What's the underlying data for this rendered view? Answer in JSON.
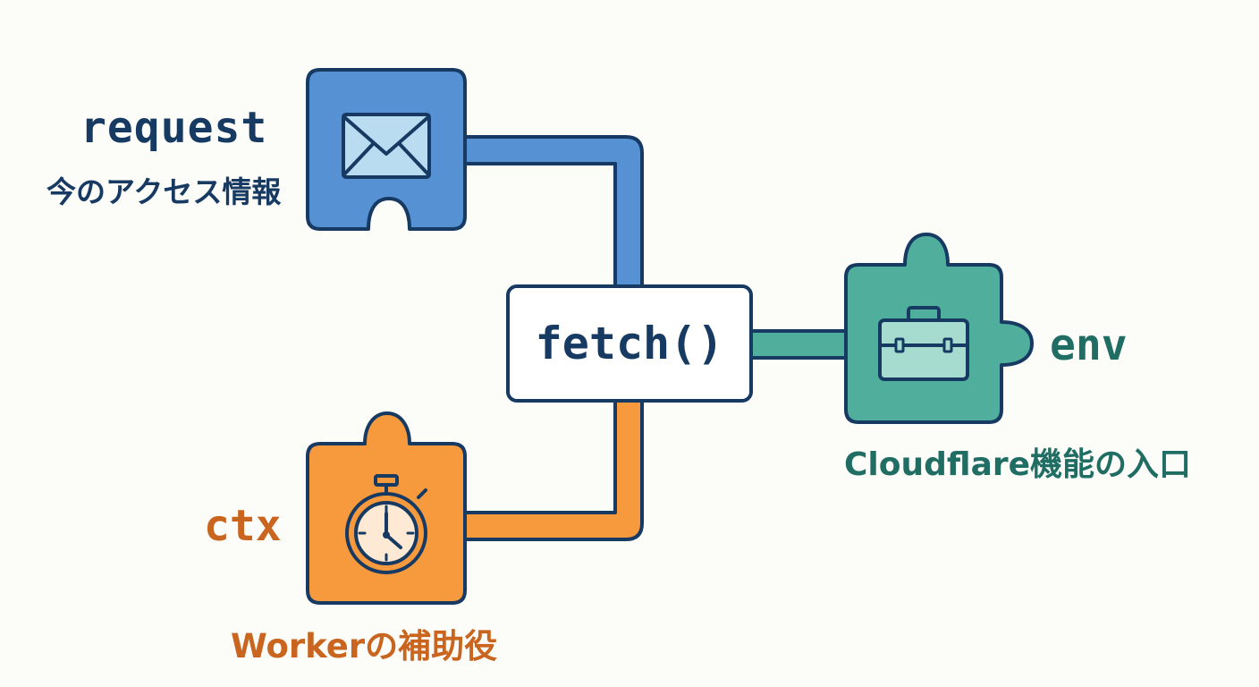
{
  "colors": {
    "outline": "#173a63",
    "request": "#5591d3",
    "request_light": "#b9dcf0",
    "env": "#4fae9c",
    "env_light": "#a6dccf",
    "ctx": "#f7993d",
    "ctx_light": "#fde9d4",
    "request_text": "#173a63",
    "env_text": "#1f6d63",
    "ctx_text": "#c9651e",
    "fetch_box": "#ffffff"
  },
  "center": {
    "label": "fetch()"
  },
  "pieces": {
    "request": {
      "name": "request",
      "description": "今のアクセス情報",
      "icon": "envelope-icon"
    },
    "env": {
      "name": "env",
      "description": "Cloudflare機能の入口",
      "icon": "toolbox-icon"
    },
    "ctx": {
      "name": "ctx",
      "description": "Workerの補助役",
      "icon": "stopwatch-icon"
    }
  }
}
